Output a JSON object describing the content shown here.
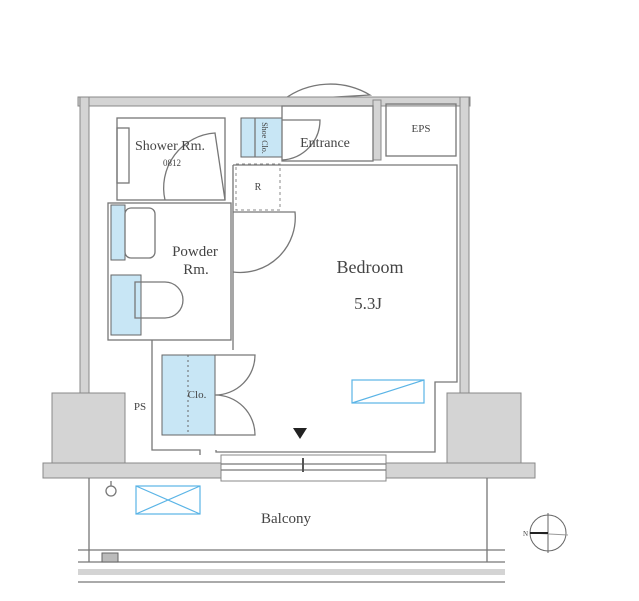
{
  "rooms": {
    "shower": {
      "name": "Shower Rm.",
      "size": "0812"
    },
    "shoe_closet": "Shoe Clo.",
    "entrance": "Entrance",
    "eps": "EPS",
    "refrigerator": "R",
    "powder": {
      "line1": "Powder",
      "line2": "Rm."
    },
    "bedroom": {
      "name": "Bedroom",
      "size": "5.3J"
    },
    "closet": "Clo.",
    "pipe_space": "PS",
    "balcony": "Balcony"
  },
  "compass": {
    "label": "N"
  },
  "colors": {
    "fixture": "#c8e6f5",
    "aircon": "#5ab4e6",
    "wall": "#d4d4d4"
  }
}
